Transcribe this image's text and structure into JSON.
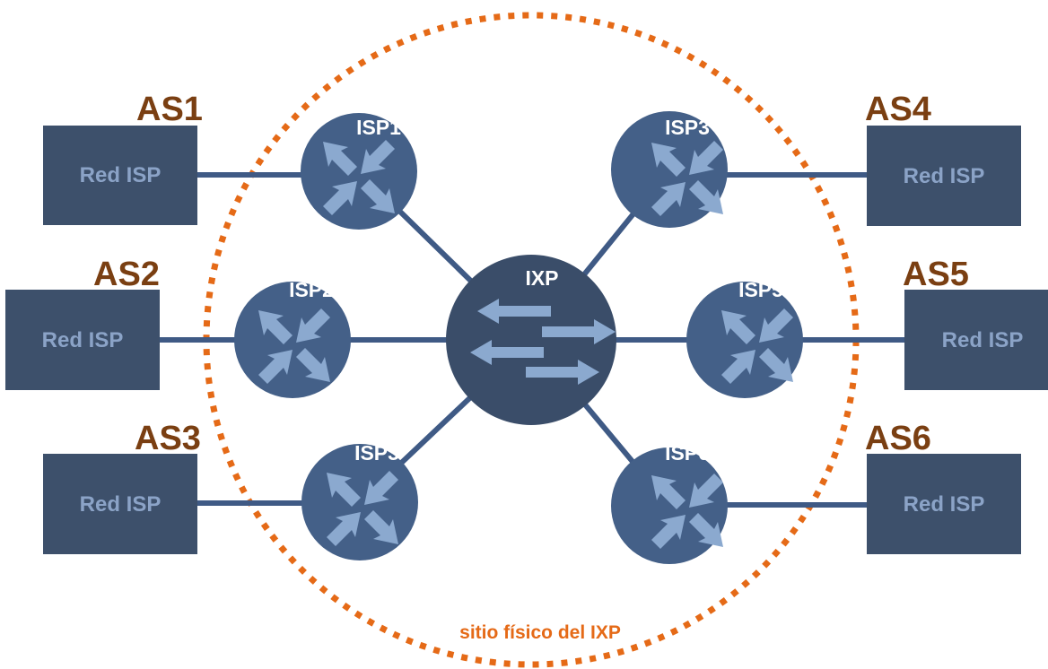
{
  "colors": {
    "box_fill": "#3d506b",
    "box_text": "#8ba3c7",
    "router_fill": "#446088",
    "ixp_fill": "#3a4d69",
    "link": "#3f5a85",
    "arrow": "#8ba9cf",
    "as_label": "#7a3f12",
    "boundary": "#e56a17"
  },
  "site_label": "sitio físico del IXP",
  "ixp": {
    "label": "IXP"
  },
  "members": [
    {
      "as": "AS1",
      "box": "Red ISP",
      "router": "ISP1"
    },
    {
      "as": "AS2",
      "box": "Red ISP",
      "router": "ISP2"
    },
    {
      "as": "AS3",
      "box": "Red ISP",
      "router": "ISP3"
    },
    {
      "as": "AS4",
      "box": "Red ISP",
      "router": "ISP3"
    },
    {
      "as": "AS5",
      "box": "Red ISP",
      "router": "ISP5"
    },
    {
      "as": "AS6",
      "box": "Red ISP",
      "router": "ISP6"
    }
  ]
}
